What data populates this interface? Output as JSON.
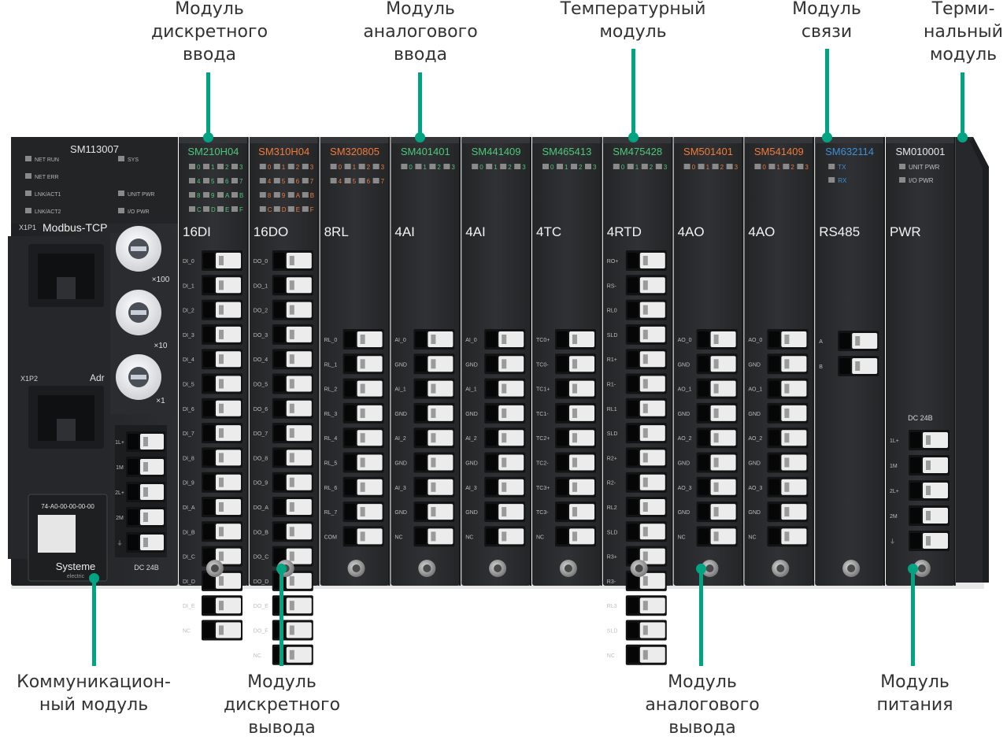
{
  "callouts_top": [
    {
      "lines": [
        "Модуль",
        "дискретного",
        "ввода"
      ]
    },
    {
      "lines": [
        "Модуль",
        "аналогового",
        "ввода"
      ]
    },
    {
      "lines": [
        "Температурный",
        "модуль"
      ]
    },
    {
      "lines": [
        "Модуль",
        "связи"
      ]
    },
    {
      "lines": [
        "Терми-",
        "нальный",
        "модуль"
      ]
    }
  ],
  "callouts_bottom": [
    {
      "lines": [
        "Коммуникацион-",
        "ный модуль"
      ]
    },
    {
      "lines": [
        "Модуль",
        "дискретного",
        "вывода"
      ]
    },
    {
      "lines": [
        "Модуль",
        "аналогового",
        "вывода"
      ]
    },
    {
      "lines": [
        "Модуль",
        "питания"
      ]
    }
  ],
  "colors": {
    "accent": "#00a382",
    "housing": "#2b2c2e",
    "green": "#4cc87a",
    "orange": "#f07b3a",
    "blue": "#3d8fd6",
    "white": "#e8e8e8"
  },
  "coupler": {
    "model": "SM113007",
    "leds_left": [
      "NET RUN",
      "NET ERR",
      "LNK/ACT1",
      "LNK/ACT2"
    ],
    "leds_right": [
      "SYS",
      "UNIT PWR",
      "I/O PWR"
    ],
    "port1": "X1P1",
    "protocol": "Modbus-TCP",
    "port2": "X1P2",
    "addr_label": "Adr",
    "mult": [
      "×100",
      "×10",
      "×1"
    ],
    "terminals": [
      "1L+",
      "1M",
      "2L+",
      "2M",
      "⏚"
    ],
    "dc": "DC 24B",
    "mac": "74-A0-00-00-00-00",
    "brand": "Systeme",
    "brand_sub": "electric"
  },
  "modules": [
    {
      "model": "SM210H04",
      "color": "green",
      "type": "16DI",
      "leds": [
        "0",
        "1",
        "2",
        "3",
        "4",
        "5",
        "6",
        "7",
        "8",
        "9",
        "A",
        "B",
        "C",
        "D",
        "E",
        "F"
      ],
      "terms": [
        "DI_0",
        "DI_1",
        "DI_2",
        "DI_3",
        "DI_4",
        "DI_5",
        "DI_6",
        "DI_7",
        "DI_8",
        "DI_9",
        "DI_A",
        "DI_B",
        "DI_C",
        "DI_D",
        "DI_E",
        "NC"
      ]
    },
    {
      "model": "SM310H04",
      "color": "orange",
      "type": "16DO",
      "leds": [
        "0",
        "1",
        "2",
        "3",
        "4",
        "5",
        "6",
        "7",
        "8",
        "9",
        "A",
        "B",
        "C",
        "D",
        "E",
        "F"
      ],
      "terms": [
        "DO_0",
        "DO_1",
        "DO_2",
        "DO_3",
        "DO_4",
        "DO_5",
        "DO_6",
        "DO_7",
        "DO_8",
        "DO_9",
        "DO_A",
        "DO_B",
        "DO_C",
        "DO_D",
        "DO_E",
        "DO_F",
        "NC"
      ]
    },
    {
      "model": "SM320805",
      "color": "orange",
      "type": "8RL",
      "leds": [
        "0",
        "1",
        "2",
        "3",
        "4",
        "5",
        "6",
        "7"
      ],
      "terms": [
        "RL_0",
        "RL_1",
        "RL_2",
        "RL_3",
        "RL_4",
        "RL_5",
        "RL_6",
        "RL_7",
        "COM"
      ]
    },
    {
      "model": "SM401401",
      "color": "green",
      "type": "4AI",
      "leds": [
        "0",
        "1",
        "2",
        "3"
      ],
      "terms": [
        "AI_0",
        "GND",
        "AI_1",
        "GND",
        "AI_2",
        "GND",
        "AI_3",
        "GND",
        "NC"
      ]
    },
    {
      "model": "SM441409",
      "color": "green",
      "type": "4AI",
      "leds": [
        "0",
        "1",
        "2",
        "3"
      ],
      "terms": [
        "AI_0",
        "GND",
        "AI_1",
        "GND",
        "AI_2",
        "GND",
        "AI_3",
        "GND",
        "NC"
      ]
    },
    {
      "model": "SM465413",
      "color": "green",
      "type": "4TC",
      "leds": [
        "0",
        "1",
        "2",
        "3"
      ],
      "terms": [
        "TC0+",
        "TC0-",
        "TC1+",
        "TC1-",
        "TC2+",
        "TC2-",
        "TC3+",
        "TC3-",
        "NC"
      ]
    },
    {
      "model": "SM475428",
      "color": "green",
      "type": "4RTD",
      "leds": [
        "0",
        "1",
        "2",
        "3"
      ],
      "terms": [
        "RO+",
        "RS-",
        "RL0",
        "SLD",
        "R1+",
        "R1-",
        "RL1",
        "SLD",
        "R2+",
        "R2-",
        "RL2",
        "SLD",
        "R3+",
        "R3-",
        "RL3",
        "SLD",
        "NC"
      ]
    },
    {
      "model": "SM501401",
      "color": "orange",
      "type": "4AO",
      "leds": [
        "0",
        "1",
        "2",
        "3"
      ],
      "terms": [
        "AO_0",
        "GND",
        "AO_1",
        "GND",
        "AO_2",
        "GND",
        "AO_3",
        "GND",
        "NC"
      ]
    },
    {
      "model": "SM541409",
      "color": "orange",
      "type": "4AO",
      "leds": [
        "0",
        "1",
        "2",
        "3"
      ],
      "terms": [
        "AO_0",
        "GND",
        "AO_1",
        "GND",
        "AO_2",
        "GND",
        "AO_3",
        "GND",
        "NC"
      ]
    },
    {
      "model": "SM632114",
      "color": "blue",
      "type": "RS485",
      "leds": [
        "TX",
        "RX"
      ],
      "terms": [
        "A",
        "B"
      ]
    },
    {
      "model": "SM010001",
      "color": "white",
      "type": "PWR",
      "leds": [
        "UNIT PWR",
        "I/O PWR"
      ],
      "dc": "DC 24B",
      "terms": [
        "1L+",
        "1M",
        "2L+",
        "2M",
        "⏚"
      ]
    }
  ]
}
